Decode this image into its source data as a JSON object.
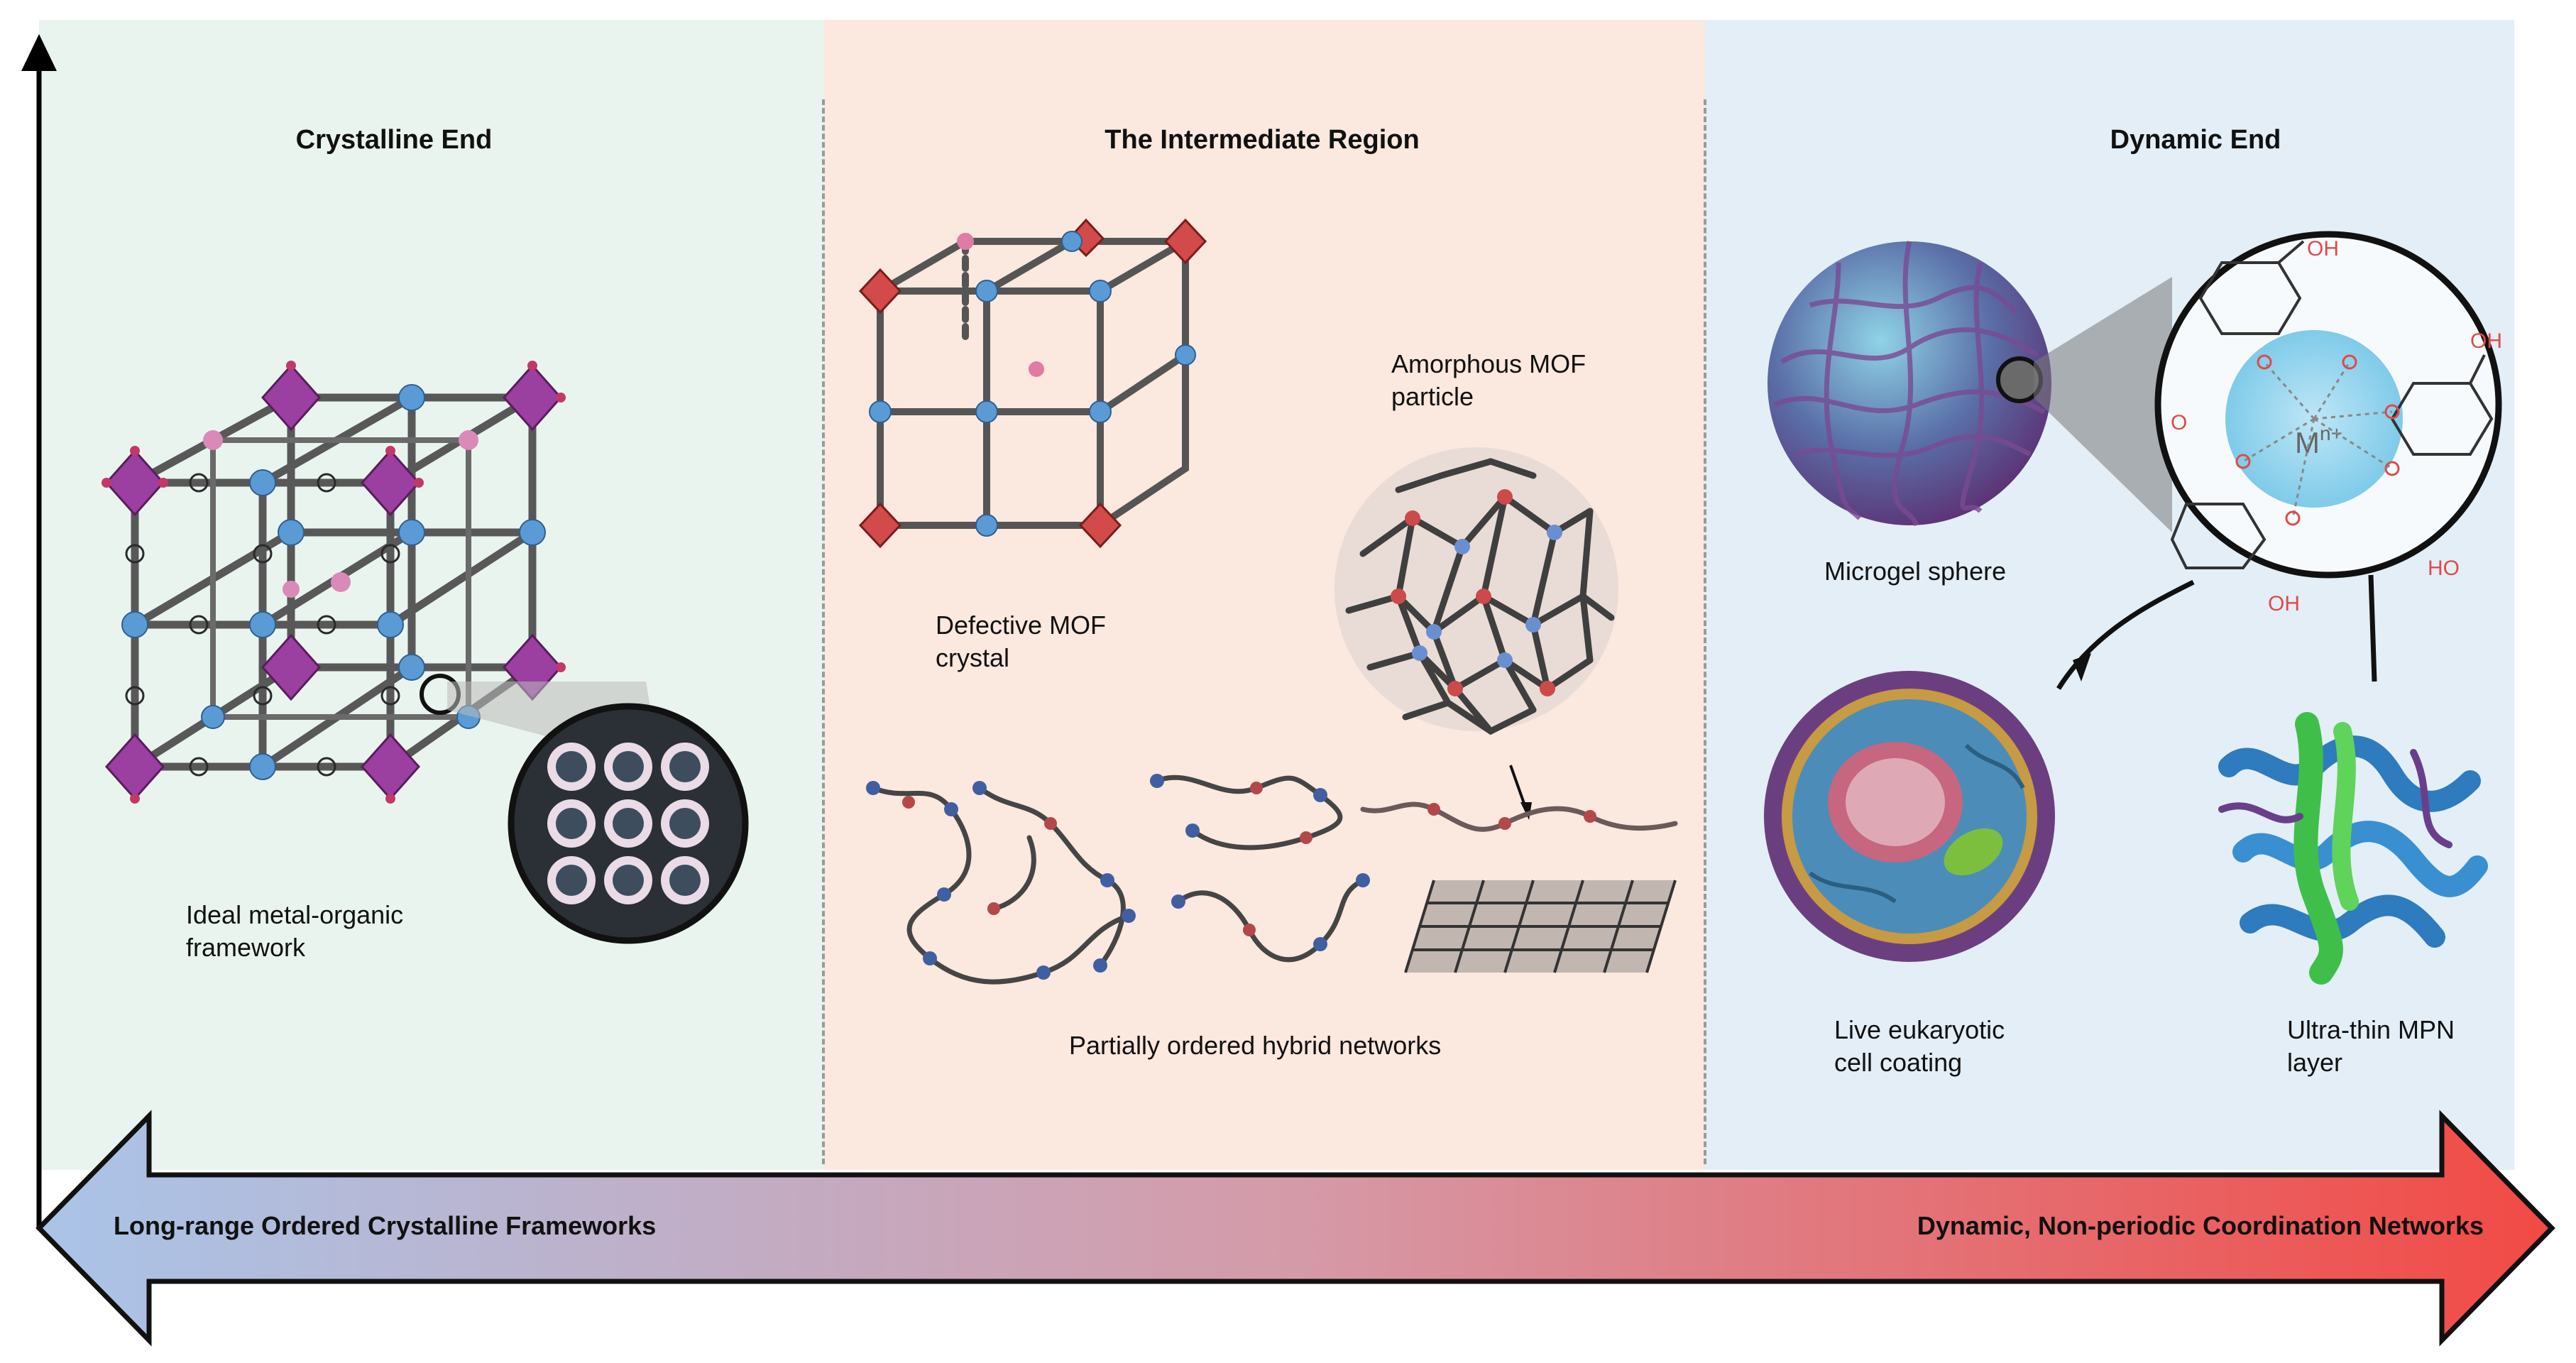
{
  "regions": {
    "crystalline": {
      "heading": "Crystalline End",
      "ideal_label": [
        "Ideal metal-organic",
        "framework"
      ]
    },
    "intermediate": {
      "heading": "The Intermediate Region",
      "defective_label": [
        "Defective MOF",
        "crystal"
      ],
      "amorphous_label": [
        "Amorphous MOF",
        "particle"
      ],
      "networks_label": "Partially ordered hybrid networks"
    },
    "dynamic": {
      "heading": "Dynamic End",
      "microgel_label": "Microgel sphere",
      "cell_label": [
        "Live eukaryotic",
        "cell coating"
      ],
      "mpn_label": [
        "Ultra-thin MPN",
        "layer"
      ],
      "metal_ion": "M",
      "metal_ion_charge": "n+",
      "chem_labels": {
        "oh": "OH",
        "ho": "HO",
        "o": "O"
      }
    }
  },
  "spectrum": {
    "left_label": "Long-range Ordered Crystalline Frameworks",
    "right_label": "Dynamic, Non-periodic Coordination Networks"
  },
  "colors": {
    "crystalline_bg": "#eaf4ee",
    "intermediate_bg": "#fbe8df",
    "dynamic_bg": "#e3eef6",
    "arrow_start": "#a9c4e8",
    "arrow_end": "#f24a45",
    "octahedron": "#9b3fa0",
    "metal_node": "#5b9bd5",
    "linker": "#555555"
  }
}
